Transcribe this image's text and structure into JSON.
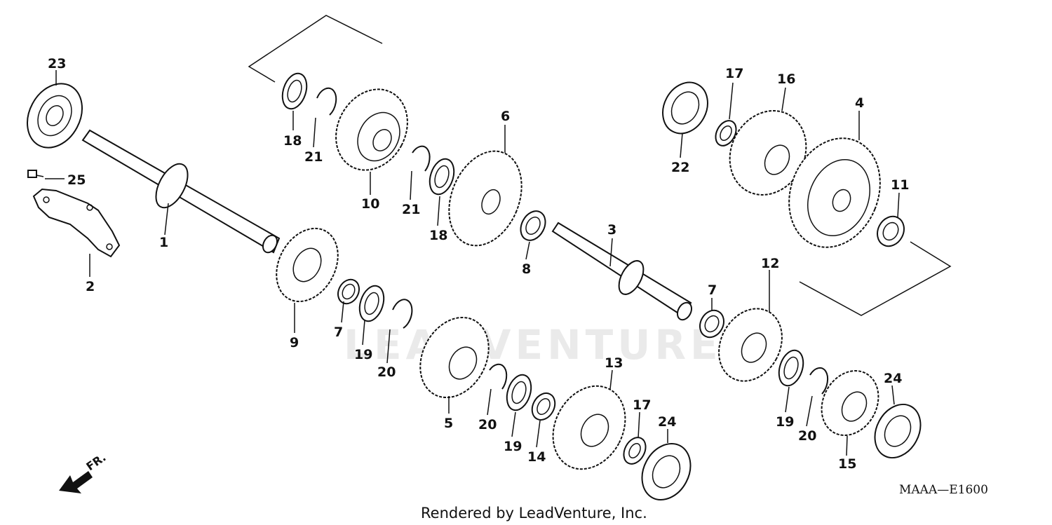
{
  "diagram_code": "MAAA—E1600",
  "footer_text": "Rendered by LeadVenture, Inc.",
  "watermark_text": "LEADVENTURE",
  "front_label": "FR.",
  "callouts": {
    "c1": "1",
    "c2": "2",
    "c3": "3",
    "c4": "4",
    "c5": "5",
    "c6": "6",
    "c7a": "7",
    "c7b": "7",
    "c8": "8",
    "c9": "9",
    "c10": "10",
    "c11": "11",
    "c12": "12",
    "c13": "13",
    "c14": "14",
    "c15": "15",
    "c16": "16",
    "c17a": "17",
    "c17b": "17",
    "c18a": "18",
    "c18b": "18",
    "c19a": "19",
    "c19b": "19",
    "c19c": "19",
    "c20a": "20",
    "c20b": "20",
    "c20c": "20",
    "c21a": "21",
    "c21b": "21",
    "c22": "22",
    "c23": "23",
    "c24a": "24",
    "c24b": "24",
    "c25": "25"
  }
}
